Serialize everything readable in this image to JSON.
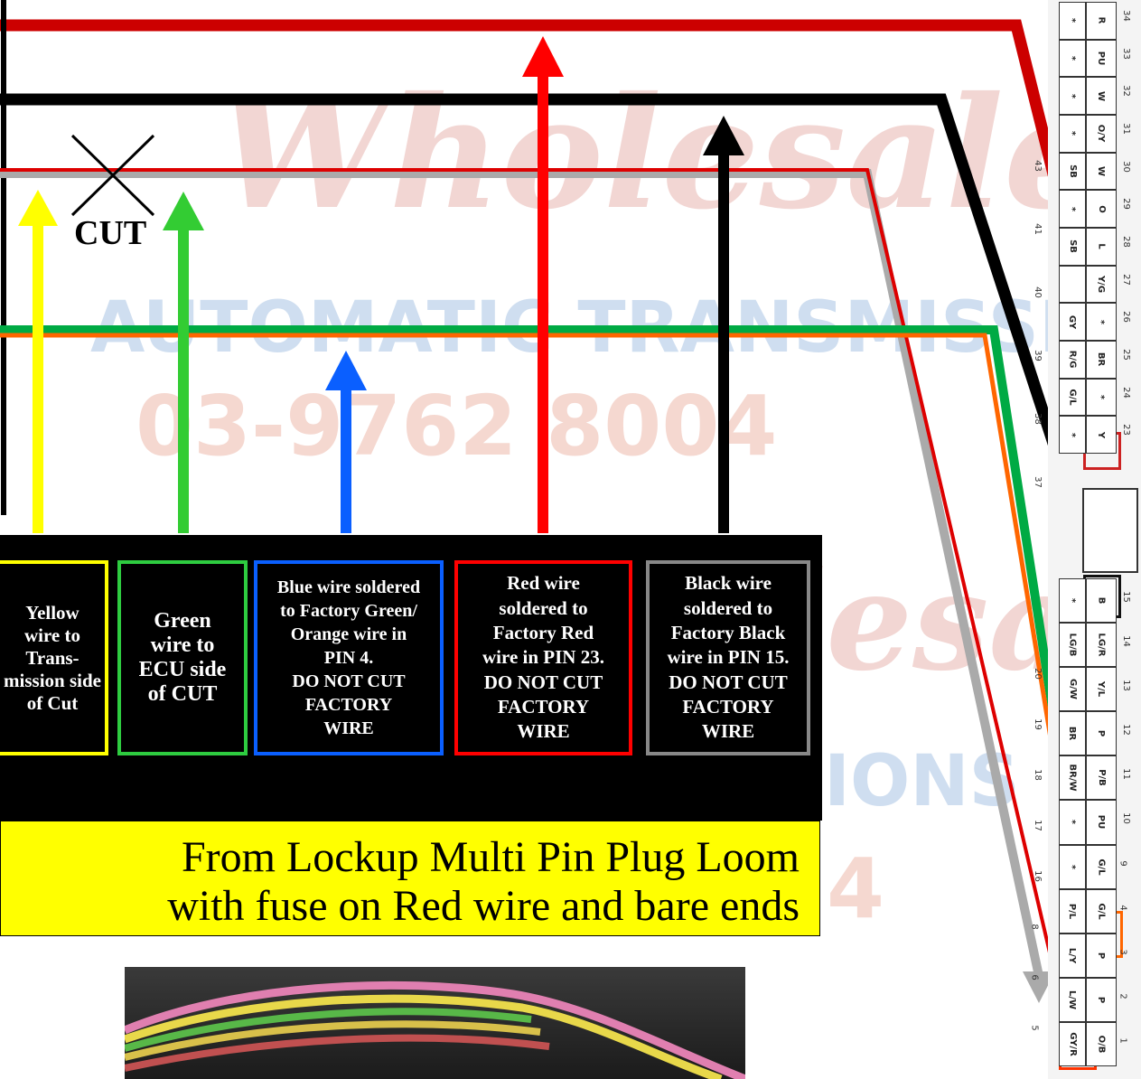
{
  "watermark": {
    "script1": "Wholesale",
    "line1": "AUTOMATIC TRANSMISSIONS",
    "line2": "03-9762 8004",
    "script2": "Wholesale",
    "line3": "IONS",
    "line4": "4"
  },
  "cut_label": "CUT",
  "boxes": [
    {
      "text": "Yellow\nwire to\nTrans-\nmission side\nof Cut",
      "color": "#ffff00"
    },
    {
      "text": "Green\nwire to\nECU side\nof CUT",
      "color": "#2ecc40"
    },
    {
      "text": "Blue wire soldered\nto Factory Green/\nOrange wire in\nPIN 4.\nDO NOT CUT\nFACTORY\nWIRE",
      "color": "#0a5fff"
    },
    {
      "text": "Red wire\nsoldered to\nFactory Red\nwire in PIN 23.\nDO NOT CUT\nFACTORY\nWIRE",
      "color": "#ff0000"
    },
    {
      "text": "Black wire\nsoldered to\nFactory Black\nwire in PIN 15.\nDO NOT CUT\nFACTORY\nWIRE",
      "color": "#888888"
    }
  ],
  "banner": {
    "line1": "From Lockup Multi Pin Plug Loom",
    "line2": "with fuse on Red wire and bare ends"
  },
  "connector": {
    "top_row_pins": [
      "34",
      "33",
      "32",
      "31",
      "30",
      "29",
      "28",
      "27",
      "26",
      "25",
      "24",
      "23"
    ],
    "top_row_wires": [
      "R",
      "PU",
      "W",
      "O/Y",
      "W",
      "O",
      "L",
      "Y/G",
      "*",
      "BR",
      "*",
      "Y"
    ],
    "top_row_inner": [
      "*",
      "*",
      "*",
      "*",
      "SB",
      "*",
      "SB",
      "",
      "GY",
      "R/G",
      "G/L",
      "*"
    ],
    "inner_nums_top": [
      "43",
      "41",
      "40",
      "39",
      "38",
      "37"
    ],
    "bottom_row_pins": [
      "15",
      "14",
      "13",
      "12",
      "11",
      "10",
      "9",
      "4",
      "3",
      "2",
      "1"
    ],
    "bottom_row_wires": [
      "B",
      "LG/R",
      "Y/L",
      "P",
      "P/B",
      "PU",
      "G/L",
      "G/L",
      "P",
      "P",
      "O/B"
    ],
    "bottom_row_inner": [
      "*",
      "LG/B",
      "G/W",
      "BR",
      "BR/W",
      "*",
      "*",
      "P/L",
      "L/Y",
      "L/W",
      "GY/R"
    ],
    "inner_nums_bottom": [
      "20",
      "19",
      "18",
      "17",
      "16",
      "8",
      "6",
      "5"
    ]
  },
  "colors": {
    "red_wire": "#dd0000",
    "black_wire": "#000000",
    "yellow_arrow": "#ffff00",
    "green_arrow": "#33cc33",
    "blue_arrow": "#0a5fff",
    "red_arrow": "#ff0000",
    "orange_wire": "#ff6600",
    "green_wire": "#00aa44",
    "grey_wire": "#aaaaaa",
    "highlight_orange": "#ff6600",
    "highlight_red": "#cc2222"
  }
}
